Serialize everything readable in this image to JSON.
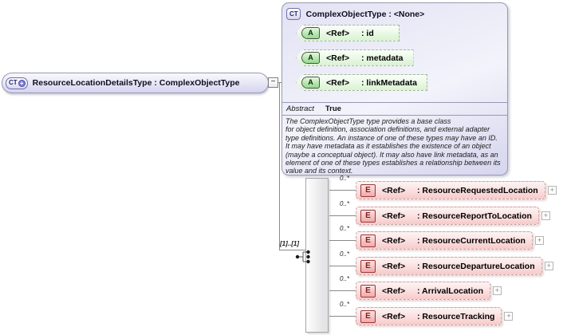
{
  "root_element": {
    "badge_label": "CT",
    "badge_plus_glyph": "+",
    "name": "ResourceLocationDetailsType : ComplexObjectType",
    "collapse_glyph": "−"
  },
  "base_type_box": {
    "badge_label": "CT",
    "title": "ComplexObjectType : <None>",
    "attributes": [
      {
        "badge": "A",
        "ref": "<Ref>",
        "name": ": id"
      },
      {
        "badge": "A",
        "ref": "<Ref>",
        "name": ": metadata"
      },
      {
        "badge": "A",
        "ref": "<Ref>",
        "name": ": linkMetadata"
      }
    ],
    "abstract_label": "Abstract",
    "abstract_value": "True",
    "documentation": "The ComplexObjectType type provides a base class\nfor object definition, association definitions, and external adapter\ntype definitions. An instance of one of these types may have an ID.\nIt may have metadata as it establishes the existence of an object\n(maybe a conceptual object). It may also have link metadata, as an\nelement of one of these types establishes a relationship between its\nvalue and its context."
  },
  "sequence": {
    "occurrence_label": "[1]..[1]",
    "elements": [
      {
        "badge": "E",
        "occurs": "0..*",
        "ref": "<Ref>",
        "name": ": ResourceRequestedLocation",
        "expand": "+"
      },
      {
        "badge": "E",
        "occurs": "0..*",
        "ref": "<Ref>",
        "name": ": ResourceReportToLocation",
        "expand": "+"
      },
      {
        "badge": "E",
        "occurs": "0..*",
        "ref": "<Ref>",
        "name": ": ResourceCurrentLocation",
        "expand": "+"
      },
      {
        "badge": "E",
        "occurs": "0..*",
        "ref": "<Ref>",
        "name": ": ResourceDepartureLocation",
        "expand": "+"
      },
      {
        "badge": "E",
        "occurs": "0..*",
        "ref": "<Ref>",
        "name": ": ArrivalLocation",
        "expand": "+"
      },
      {
        "badge": "E",
        "occurs": "0..*",
        "ref": "<Ref>",
        "name": ": ResourceTracking",
        "expand": "+"
      }
    ]
  },
  "colors": {
    "complex_type_fill": "#e9e9f7",
    "attribute_fill": "#d9f2d1",
    "element_fill": "#f6caca",
    "connector": "#8a8a8a"
  }
}
